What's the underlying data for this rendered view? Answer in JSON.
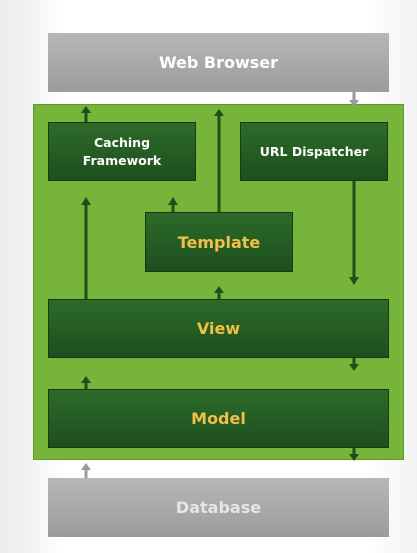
{
  "diagram": {
    "web_browser": "Web Browser",
    "caching_framework_line1": "Caching",
    "caching_framework_line2": "Framework",
    "url_dispatcher": "URL Dispatcher",
    "template": "Template",
    "view": "View",
    "model": "Model",
    "database": "Database"
  },
  "colors": {
    "panel_green": "#76b43a",
    "box_dark_green": "#1d4f1d",
    "accent_gold": "#f2c049",
    "gray_bar": "#a9a9a9"
  }
}
